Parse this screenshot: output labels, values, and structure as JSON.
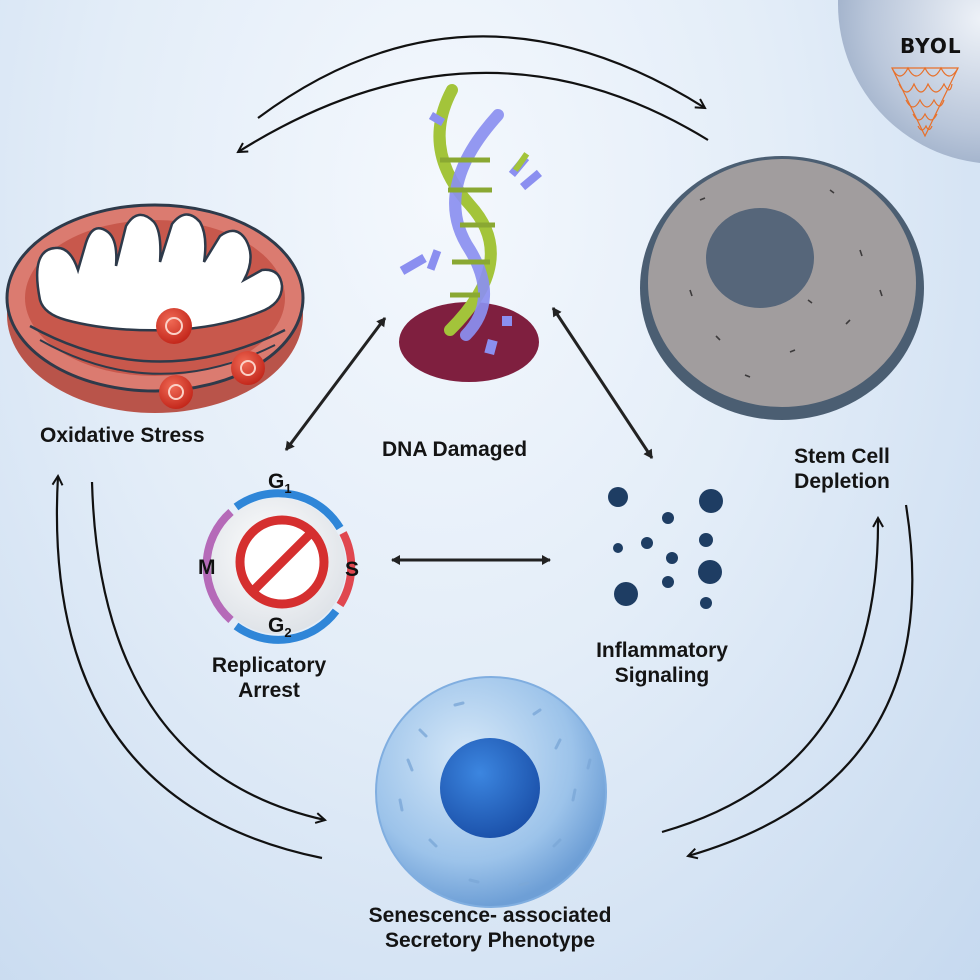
{
  "brand": {
    "name": "BYOL",
    "accent": "#e8702a"
  },
  "nodes": {
    "oxidative_stress": "Oxidative Stress",
    "dna_damaged": "DNA Damaged",
    "stem_cell_line1": "Stem Cell",
    "stem_cell_line2": "Depletion",
    "replicatory_line1": "Replicatory",
    "replicatory_line2": "Arrest",
    "inflammatory_line1": "Inflammatory",
    "inflammatory_line2": "Signaling",
    "sasp_line1": "Senescence- associated",
    "sasp_line2": "Secretory Phenotype"
  },
  "cell_cycle": {
    "g1": "G",
    "g1_sub": "1",
    "s": "S",
    "g2": "G",
    "g2_sub": "2",
    "m": "M"
  },
  "colors": {
    "mito_outer": "#d9796f",
    "mito_inner": "#c2554a",
    "ros": "#d93a2b",
    "dna_green": "#a3c43a",
    "dna_purple": "#8b8ff0",
    "dna_base": "#7f1f3f",
    "stem_cell": "#a19d9e",
    "stem_border": "#4b5e72",
    "stem_nucleus": "#56667a",
    "cycle_blue": "#2f86d8",
    "cycle_red": "#e0474f",
    "cycle_purple": "#b56ab8",
    "sasp_cell": "#9fc4ea",
    "sasp_nucleus": "#1f63c4",
    "dots": "#1e3d63"
  }
}
